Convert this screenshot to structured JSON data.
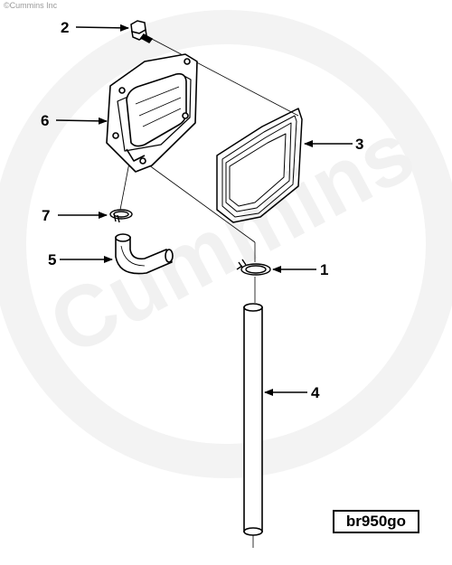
{
  "copyright": "©Cummins Inc",
  "watermark": "Cummins",
  "drawing_code": "br950go",
  "callouts": [
    {
      "id": "1",
      "part": "clamp"
    },
    {
      "id": "2",
      "part": "bolt"
    },
    {
      "id": "3",
      "part": "gasket"
    },
    {
      "id": "4",
      "part": "tube"
    },
    {
      "id": "5",
      "part": "hose"
    },
    {
      "id": "6",
      "part": "breather cover"
    },
    {
      "id": "7",
      "part": "clamp"
    }
  ],
  "colors": {
    "line": "#000000",
    "watermark": "#f1f1f1",
    "background": "#ffffff"
  }
}
